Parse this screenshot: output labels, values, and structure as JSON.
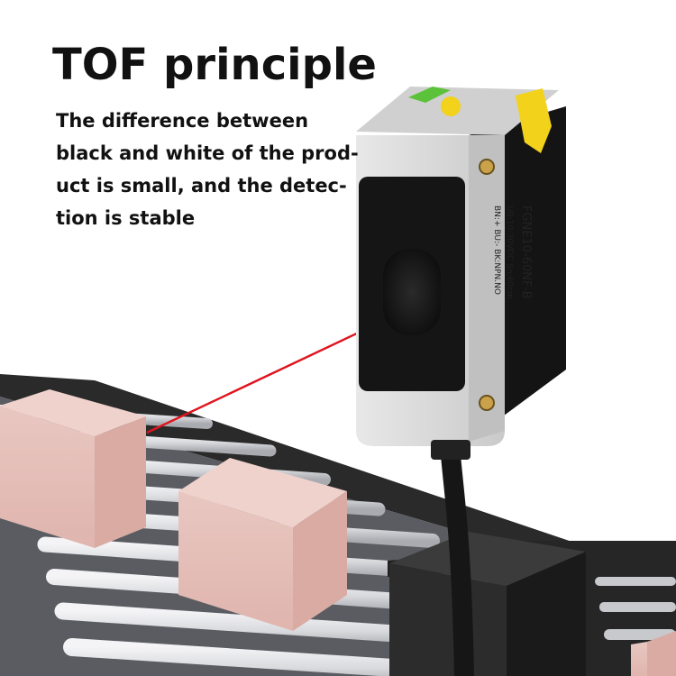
{
  "headline": "TOF principle",
  "description_lines": [
    "The difference between",
    "black and white of the prod-",
    "uct is small, and the detec-",
    "tion is stable"
  ],
  "sensor": {
    "model": "FGNE10-60NF-B",
    "spec_line_1": "UB:10-30VDC   Sn:60cm",
    "spec_line_2": "BN:+  BU:-    BK:NPN.NO"
  },
  "colors": {
    "laser": "#e0141e",
    "box": "#e9c3bd",
    "sensor_body": "#d8d9d8",
    "sensor_lens": "#161616",
    "indicator_green": "#5cc23a",
    "indicator_yellow": "#f2d21a",
    "conveyor_frame": "#1d1d1d"
  }
}
